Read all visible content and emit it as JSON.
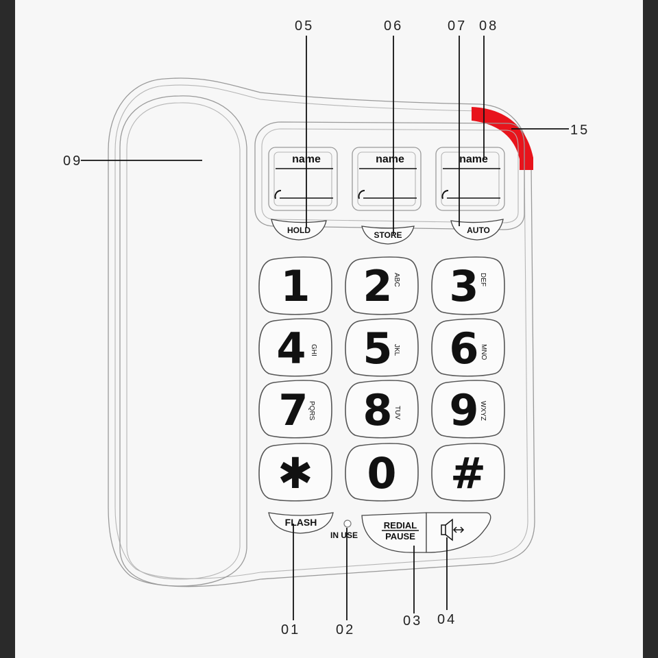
{
  "callouts": {
    "c01": "01",
    "c02": "02",
    "c03": "03",
    "c04": "04",
    "c05": "05",
    "c06": "06",
    "c07": "07",
    "c08": "08",
    "c09": "09",
    "c15": "15"
  },
  "memory_slots": [
    {
      "name": "name"
    },
    {
      "name": "name"
    },
    {
      "name": "name"
    }
  ],
  "memory_buttons": {
    "hold": "HOLD",
    "store": "STORE",
    "auto": "AUTO"
  },
  "keys": [
    {
      "num": "1",
      "letters": ""
    },
    {
      "num": "2",
      "letters": "ABC"
    },
    {
      "num": "3",
      "letters": "DEF"
    },
    {
      "num": "4",
      "letters": "GHI"
    },
    {
      "num": "5",
      "letters": "JKL"
    },
    {
      "num": "6",
      "letters": "MNO"
    },
    {
      "num": "7",
      "letters": "PQRS"
    },
    {
      "num": "8",
      "letters": "TUV"
    },
    {
      "num": "9",
      "letters": "WXYZ"
    },
    {
      "num": "✱",
      "letters": ""
    },
    {
      "num": "0",
      "letters": ""
    },
    {
      "num": "#",
      "letters": ""
    }
  ],
  "bottom": {
    "flash": "FLASH",
    "in_use": "IN USE",
    "redial": "REDIAL",
    "pause": "PAUSE"
  },
  "colors": {
    "ringer_indicator": "#e8141c",
    "body_outline": "#9a9a9a"
  }
}
